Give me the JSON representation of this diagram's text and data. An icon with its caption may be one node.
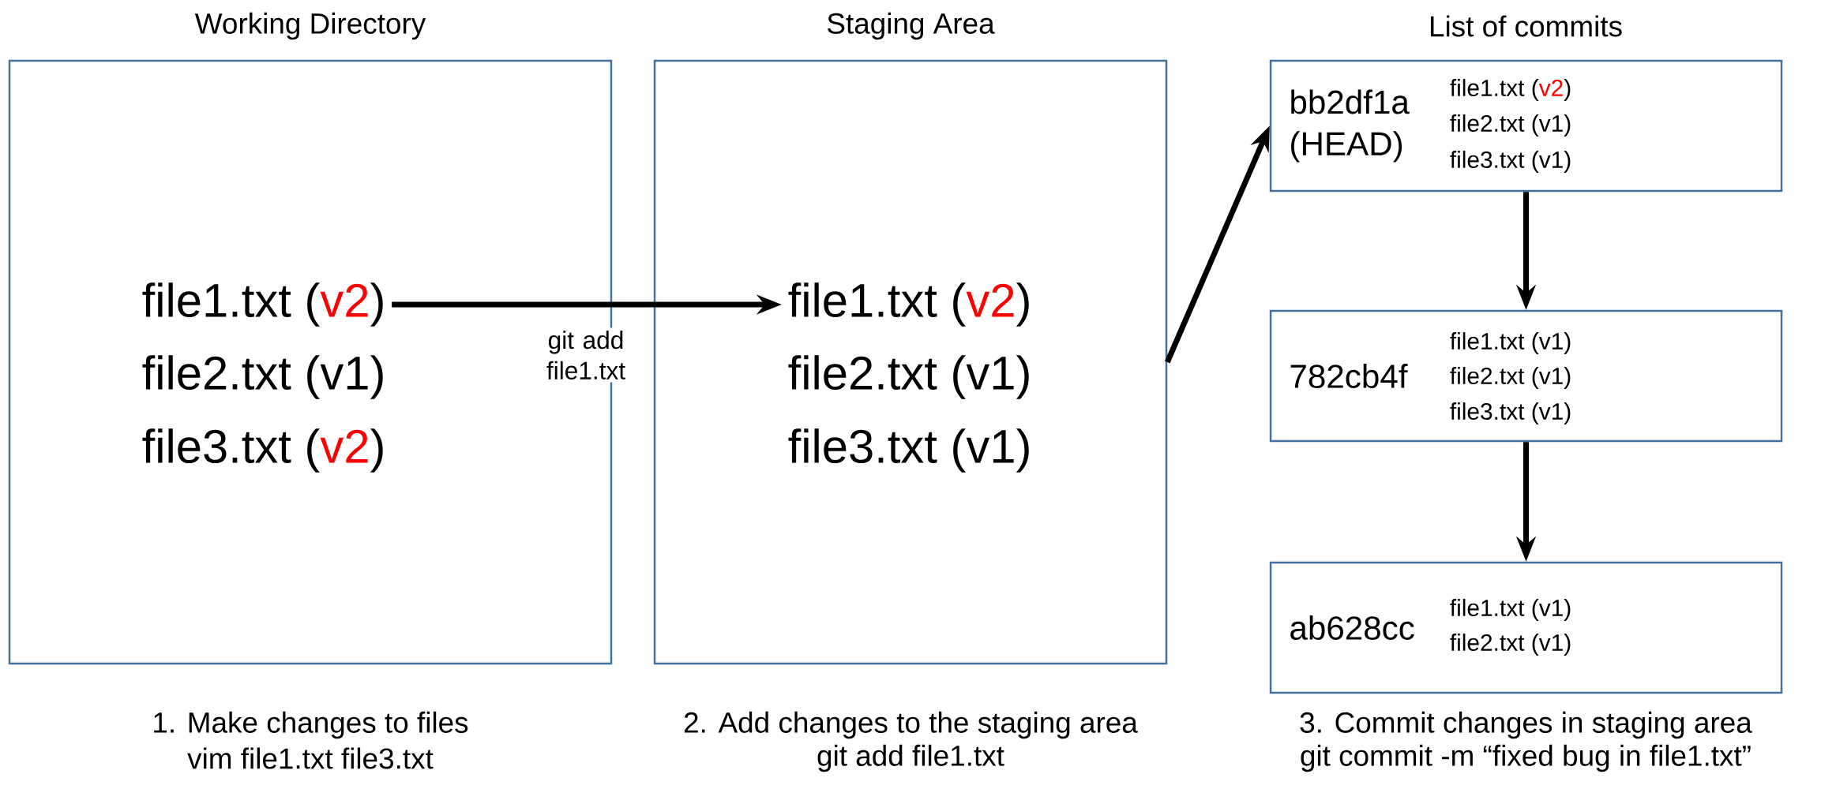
{
  "diagram": {
    "nodes": [
      {
        "text": [
          "Working Directory"
        ]
      },
      {
        "text": [
          "file1.txt (",
          "v2",
          ")"
        ],
        "in": 0
      },
      {
        "text": [
          "file2.txt (",
          "v1",
          ")"
        ],
        "in": 0
      },
      {
        "text": [
          "file3.txt (",
          "v2",
          ")"
        ],
        "in": 0
      },
      {
        "text": [
          "Staging Area"
        ]
      },
      {
        "text": [
          "file1.txt (",
          "v2",
          ")"
        ],
        "in": 4
      },
      {
        "text": [
          "file2.txt (",
          "v1",
          ")"
        ],
        "in": 4
      },
      {
        "text": [
          "file3.txt (",
          "v1",
          ")"
        ],
        "in": 4
      },
      {
        "text": [
          "bb2df1a (HEAD)"
        ]
      },
      {
        "text": [
          "file1.txt (",
          "v2",
          ")"
        ],
        "in": 8
      },
      {
        "text": [
          "file2.txt (",
          "v1",
          ")"
        ],
        "in": 8
      },
      {
        "text": [
          "file3.txt (",
          "v1",
          ")"
        ],
        "in": 8
      },
      {
        "text": [
          "782cb4f"
        ]
      },
      {
        "text": [
          "file1.txt (",
          "v1",
          ")"
        ],
        "in": 12
      },
      {
        "text": [
          "file2.txt (",
          "v1",
          ")"
        ],
        "in": 12
      },
      {
        "text": [
          "file3.txt (",
          "v1",
          ")"
        ],
        "in": 12
      },
      {
        "text": [
          "ab628cc"
        ]
      },
      {
        "text": [
          "file1.txt (",
          "v1",
          ")"
        ],
        "in": 16
      },
      {
        "text": [
          "file2.txt (",
          "v1",
          ")"
        ],
        "in": 16
      }
    ],
    "edges": [
      {
        "from": 1,
        "to": 5,
        "arrow": "to",
        "label": "git add file1.txt"
      },
      {
        "from": 4,
        "to": 8,
        "arrow": "to"
      },
      {
        "from": 8,
        "to": 12,
        "arrow": "to"
      },
      {
        "from": 12,
        "to": 16,
        "arrow": "to"
      }
    ],
    "labels": [
      "List of commits",
      "1. Make changes to files",
      "vim file1.txt file3.txt",
      "2. Add changes to the staging area",
      "git add file1.txt",
      "3. Commit changes in staging area",
      "git commit -m “fixed bug in file1.txt”"
    ]
  }
}
